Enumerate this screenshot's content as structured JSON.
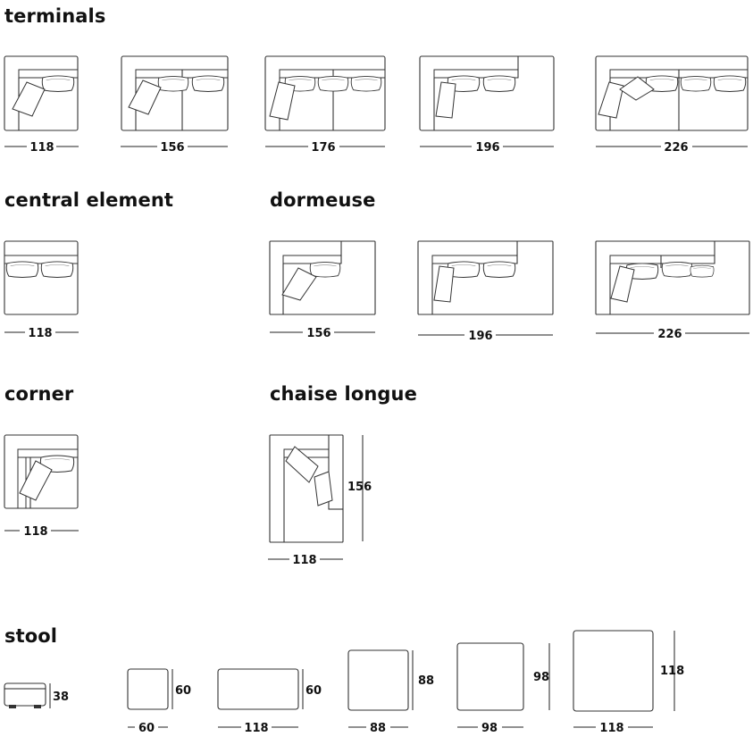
{
  "sections": {
    "terminals": "terminals",
    "central": "central element",
    "dormeuse": "dormeuse",
    "corner": "corner",
    "chaise": "chaise longue",
    "stool": "stool"
  },
  "terminals": [
    "118",
    "156",
    "176",
    "196",
    "226"
  ],
  "central": [
    "118"
  ],
  "dormeuse": [
    "156",
    "196",
    "226"
  ],
  "corner": [
    "118"
  ],
  "chaise": {
    "width": "118",
    "depth": "156"
  },
  "stool": [
    {
      "width": "",
      "depth": "38"
    },
    {
      "width": "60",
      "depth": "60"
    },
    {
      "width": "118",
      "depth": "60"
    },
    {
      "width": "88",
      "depth": "88"
    },
    {
      "width": "98",
      "depth": "98"
    },
    {
      "width": "118",
      "depth": "118"
    }
  ]
}
